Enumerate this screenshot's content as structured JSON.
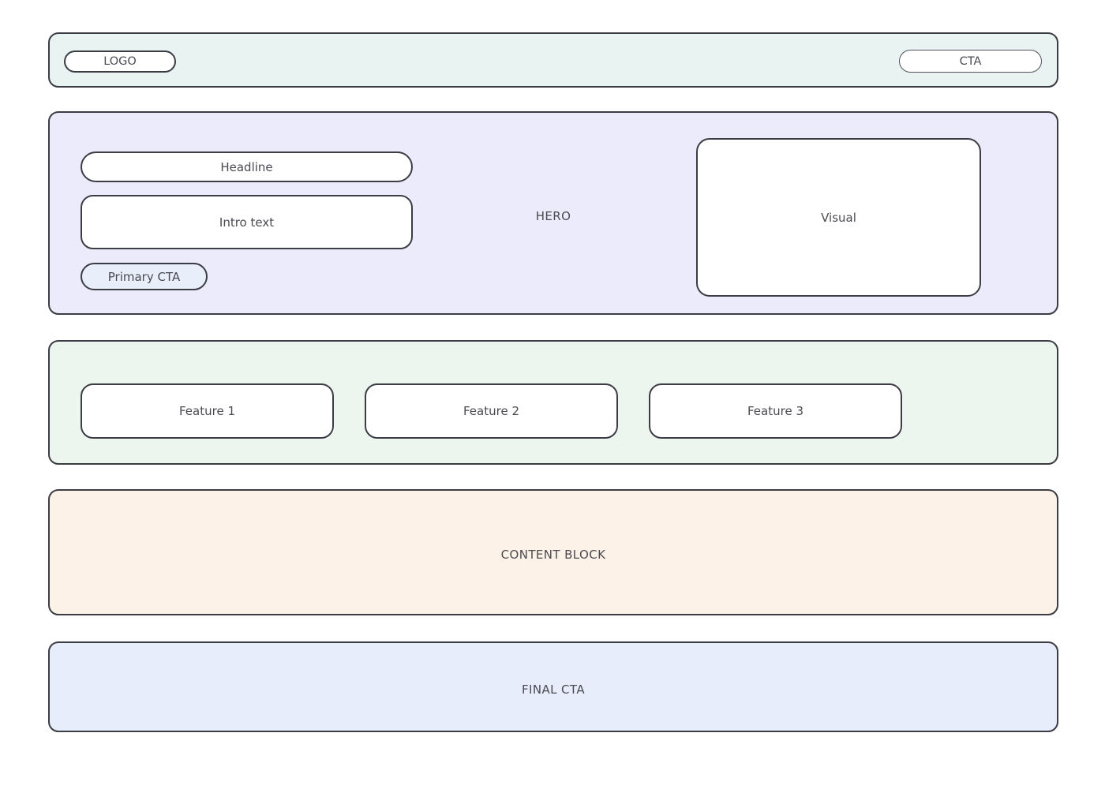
{
  "palette": {
    "stroke": "#3c3c44",
    "text": "#4a4a52",
    "header_bg": "#e9f3f2",
    "hero_bg": "#ecebfb",
    "features_bg": "#ecf6ef",
    "content_bg": "#fdf2e7",
    "final_cta_bg": "#e7edfb",
    "box_fill": "#ffffff",
    "primary_cta_fill": "#e9eefb",
    "page_bg": "#ffffff"
  },
  "header": {
    "logo_label": "LOGO",
    "cta_label": "CTA"
  },
  "hero": {
    "section_label": "HERO",
    "headline_label": "Headline",
    "intro_label": "Intro text",
    "primary_cta_label": "Primary CTA",
    "visual_label": "Visual"
  },
  "features": {
    "cards": [
      {
        "label": "Feature 1"
      },
      {
        "label": "Feature 2"
      },
      {
        "label": "Feature 3"
      }
    ]
  },
  "content": {
    "label": "CONTENT BLOCK"
  },
  "final_cta": {
    "label": "FINAL CTA"
  }
}
